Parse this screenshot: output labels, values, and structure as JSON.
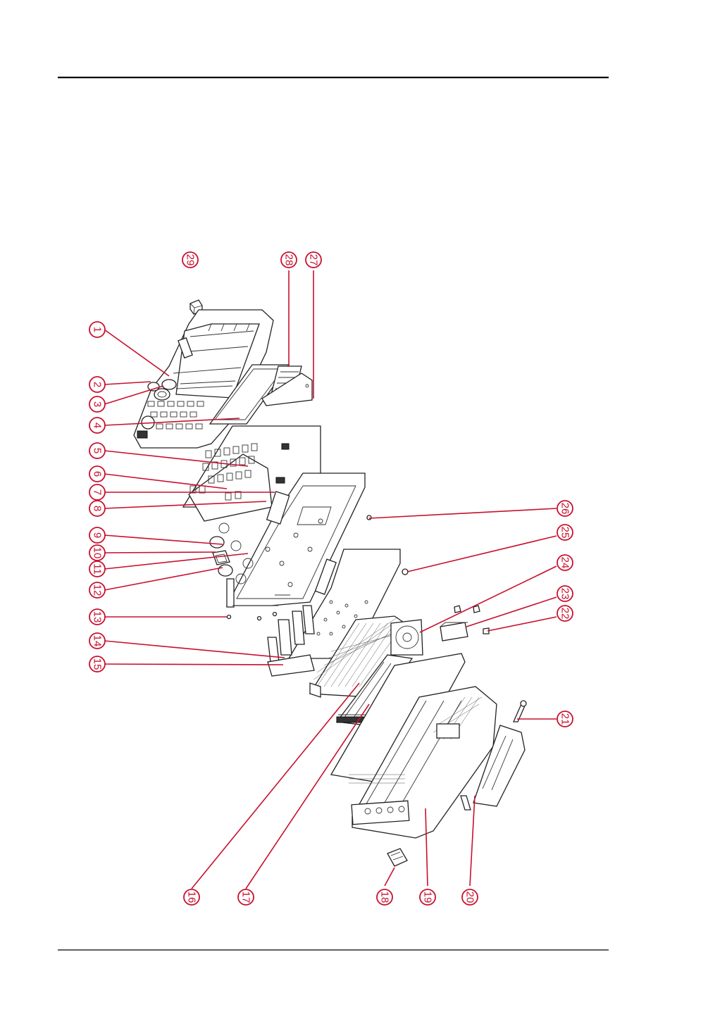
{
  "diagram": {
    "callouts": [
      {
        "label": "1"
      },
      {
        "label": "2"
      },
      {
        "label": "3"
      },
      {
        "label": "4"
      },
      {
        "label": "5"
      },
      {
        "label": "6"
      },
      {
        "label": "7"
      },
      {
        "label": "8"
      },
      {
        "label": "9"
      },
      {
        "label": "10"
      },
      {
        "label": "11"
      },
      {
        "label": "12"
      },
      {
        "label": "13"
      },
      {
        "label": "14"
      },
      {
        "label": "15"
      },
      {
        "label": "16"
      },
      {
        "label": "17"
      },
      {
        "label": "18"
      },
      {
        "label": "19"
      },
      {
        "label": "20"
      },
      {
        "label": "21"
      },
      {
        "label": "22"
      },
      {
        "label": "23"
      },
      {
        "label": "24"
      },
      {
        "label": "25"
      },
      {
        "label": "26"
      },
      {
        "label": "27"
      },
      {
        "label": "28"
      },
      {
        "label": "29"
      }
    ],
    "colors": {
      "callout": "#c8102e",
      "line_art": "#222222",
      "rule": "#000000"
    }
  }
}
